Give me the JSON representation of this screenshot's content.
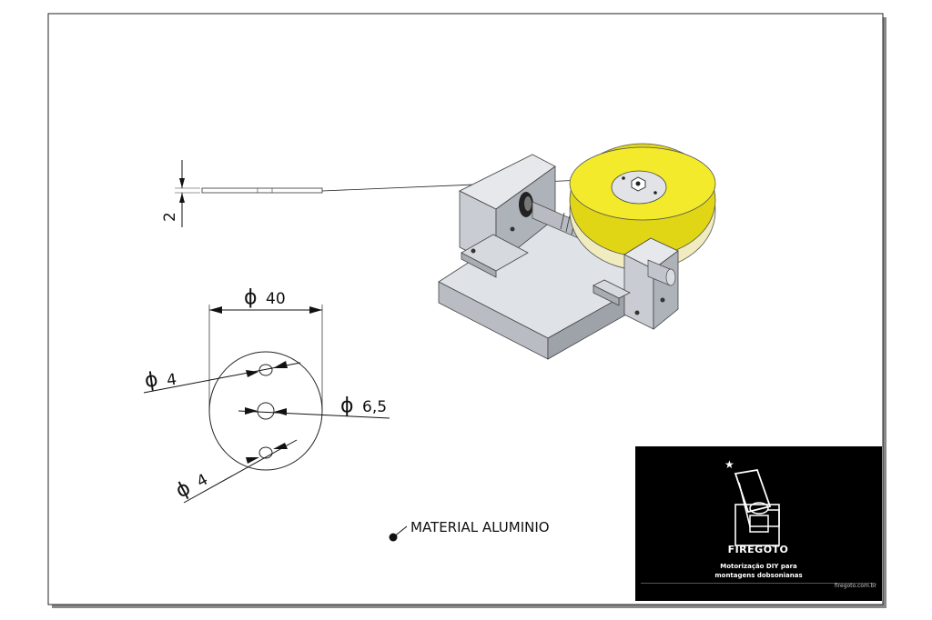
{
  "dimensions": {
    "thickness": "2",
    "outer_diameter": "40",
    "hole_top": "4",
    "center_hole": "6,5",
    "hole_bottom": "4",
    "diameter_symbol": "ϕ"
  },
  "note": {
    "material": "MATERIAL ALUMINIO"
  },
  "logo": {
    "brand": "FIREGOTO",
    "tagline_line1": "Motorização DIY para",
    "tagline_line2": "montagens dobsonianas",
    "url": "firegoto.com.br"
  },
  "colors": {
    "gear": "#f2ea2a",
    "metal": "#c8ccd2",
    "logo_bg": "#000000"
  }
}
